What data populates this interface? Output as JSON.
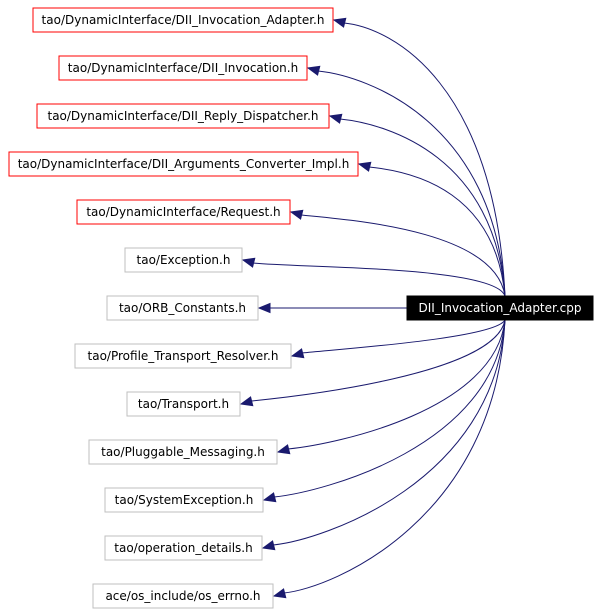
{
  "diagram": {
    "type": "include-dependency-graph",
    "root": {
      "label": "DII_Invocation_Adapter.cpp"
    },
    "nodes": [
      {
        "label": "tao/DynamicInterface/DII_Invocation_Adapter.h",
        "style": "documented"
      },
      {
        "label": "tao/DynamicInterface/DII_Invocation.h",
        "style": "documented"
      },
      {
        "label": "tao/DynamicInterface/DII_Reply_Dispatcher.h",
        "style": "documented"
      },
      {
        "label": "tao/DynamicInterface/DII_Arguments_Converter_Impl.h",
        "style": "documented"
      },
      {
        "label": "tao/DynamicInterface/Request.h",
        "style": "documented"
      },
      {
        "label": "tao/Exception.h",
        "style": "plain"
      },
      {
        "label": "tao/ORB_Constants.h",
        "style": "plain"
      },
      {
        "label": "tao/Profile_Transport_Resolver.h",
        "style": "plain"
      },
      {
        "label": "tao/Transport.h",
        "style": "plain"
      },
      {
        "label": "tao/Pluggable_Messaging.h",
        "style": "plain"
      },
      {
        "label": "tao/SystemException.h",
        "style": "plain"
      },
      {
        "label": "tao/operation_details.h",
        "style": "plain"
      },
      {
        "label": "ace/os_include/os_errno.h",
        "style": "plain"
      }
    ],
    "colors": {
      "documented_border": "#ff0000",
      "plain_border": "#bfbfbf",
      "root_fill": "#000000",
      "root_text": "#ffffff",
      "edge": "#1a1a6e"
    }
  }
}
